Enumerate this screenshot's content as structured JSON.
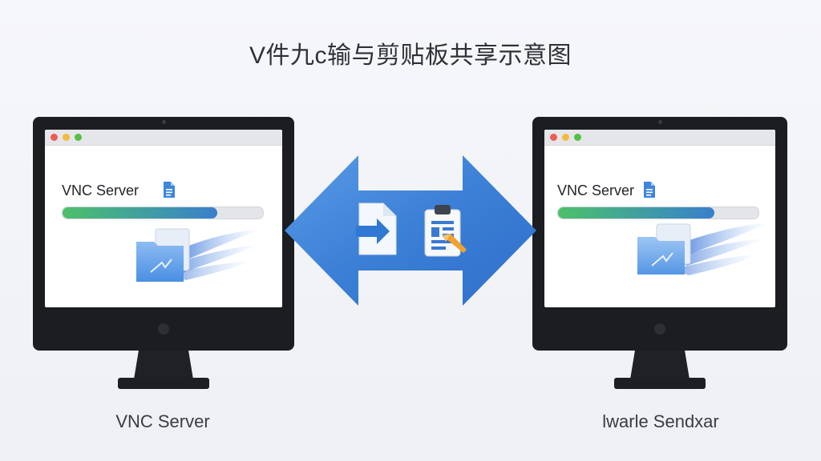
{
  "diagram": {
    "title": "V件九c输与剪贴板共享示意图",
    "arrow_color": "#3b7fd6",
    "left_monitor": {
      "app_label": "VNC Server",
      "progress": 0.77,
      "caption": "VNC Server",
      "icons": [
        "document-icon",
        "folder-icon"
      ]
    },
    "right_monitor": {
      "app_label": "VNC Server",
      "progress": 0.78,
      "caption": "lwarle Sendxar",
      "icons": [
        "document-icon",
        "folder-icon"
      ]
    },
    "center_icons": [
      "file-transfer-icon",
      "clipboard-icon"
    ],
    "window_controls": [
      "close-dot",
      "minimize-dot",
      "maximize-dot"
    ]
  }
}
